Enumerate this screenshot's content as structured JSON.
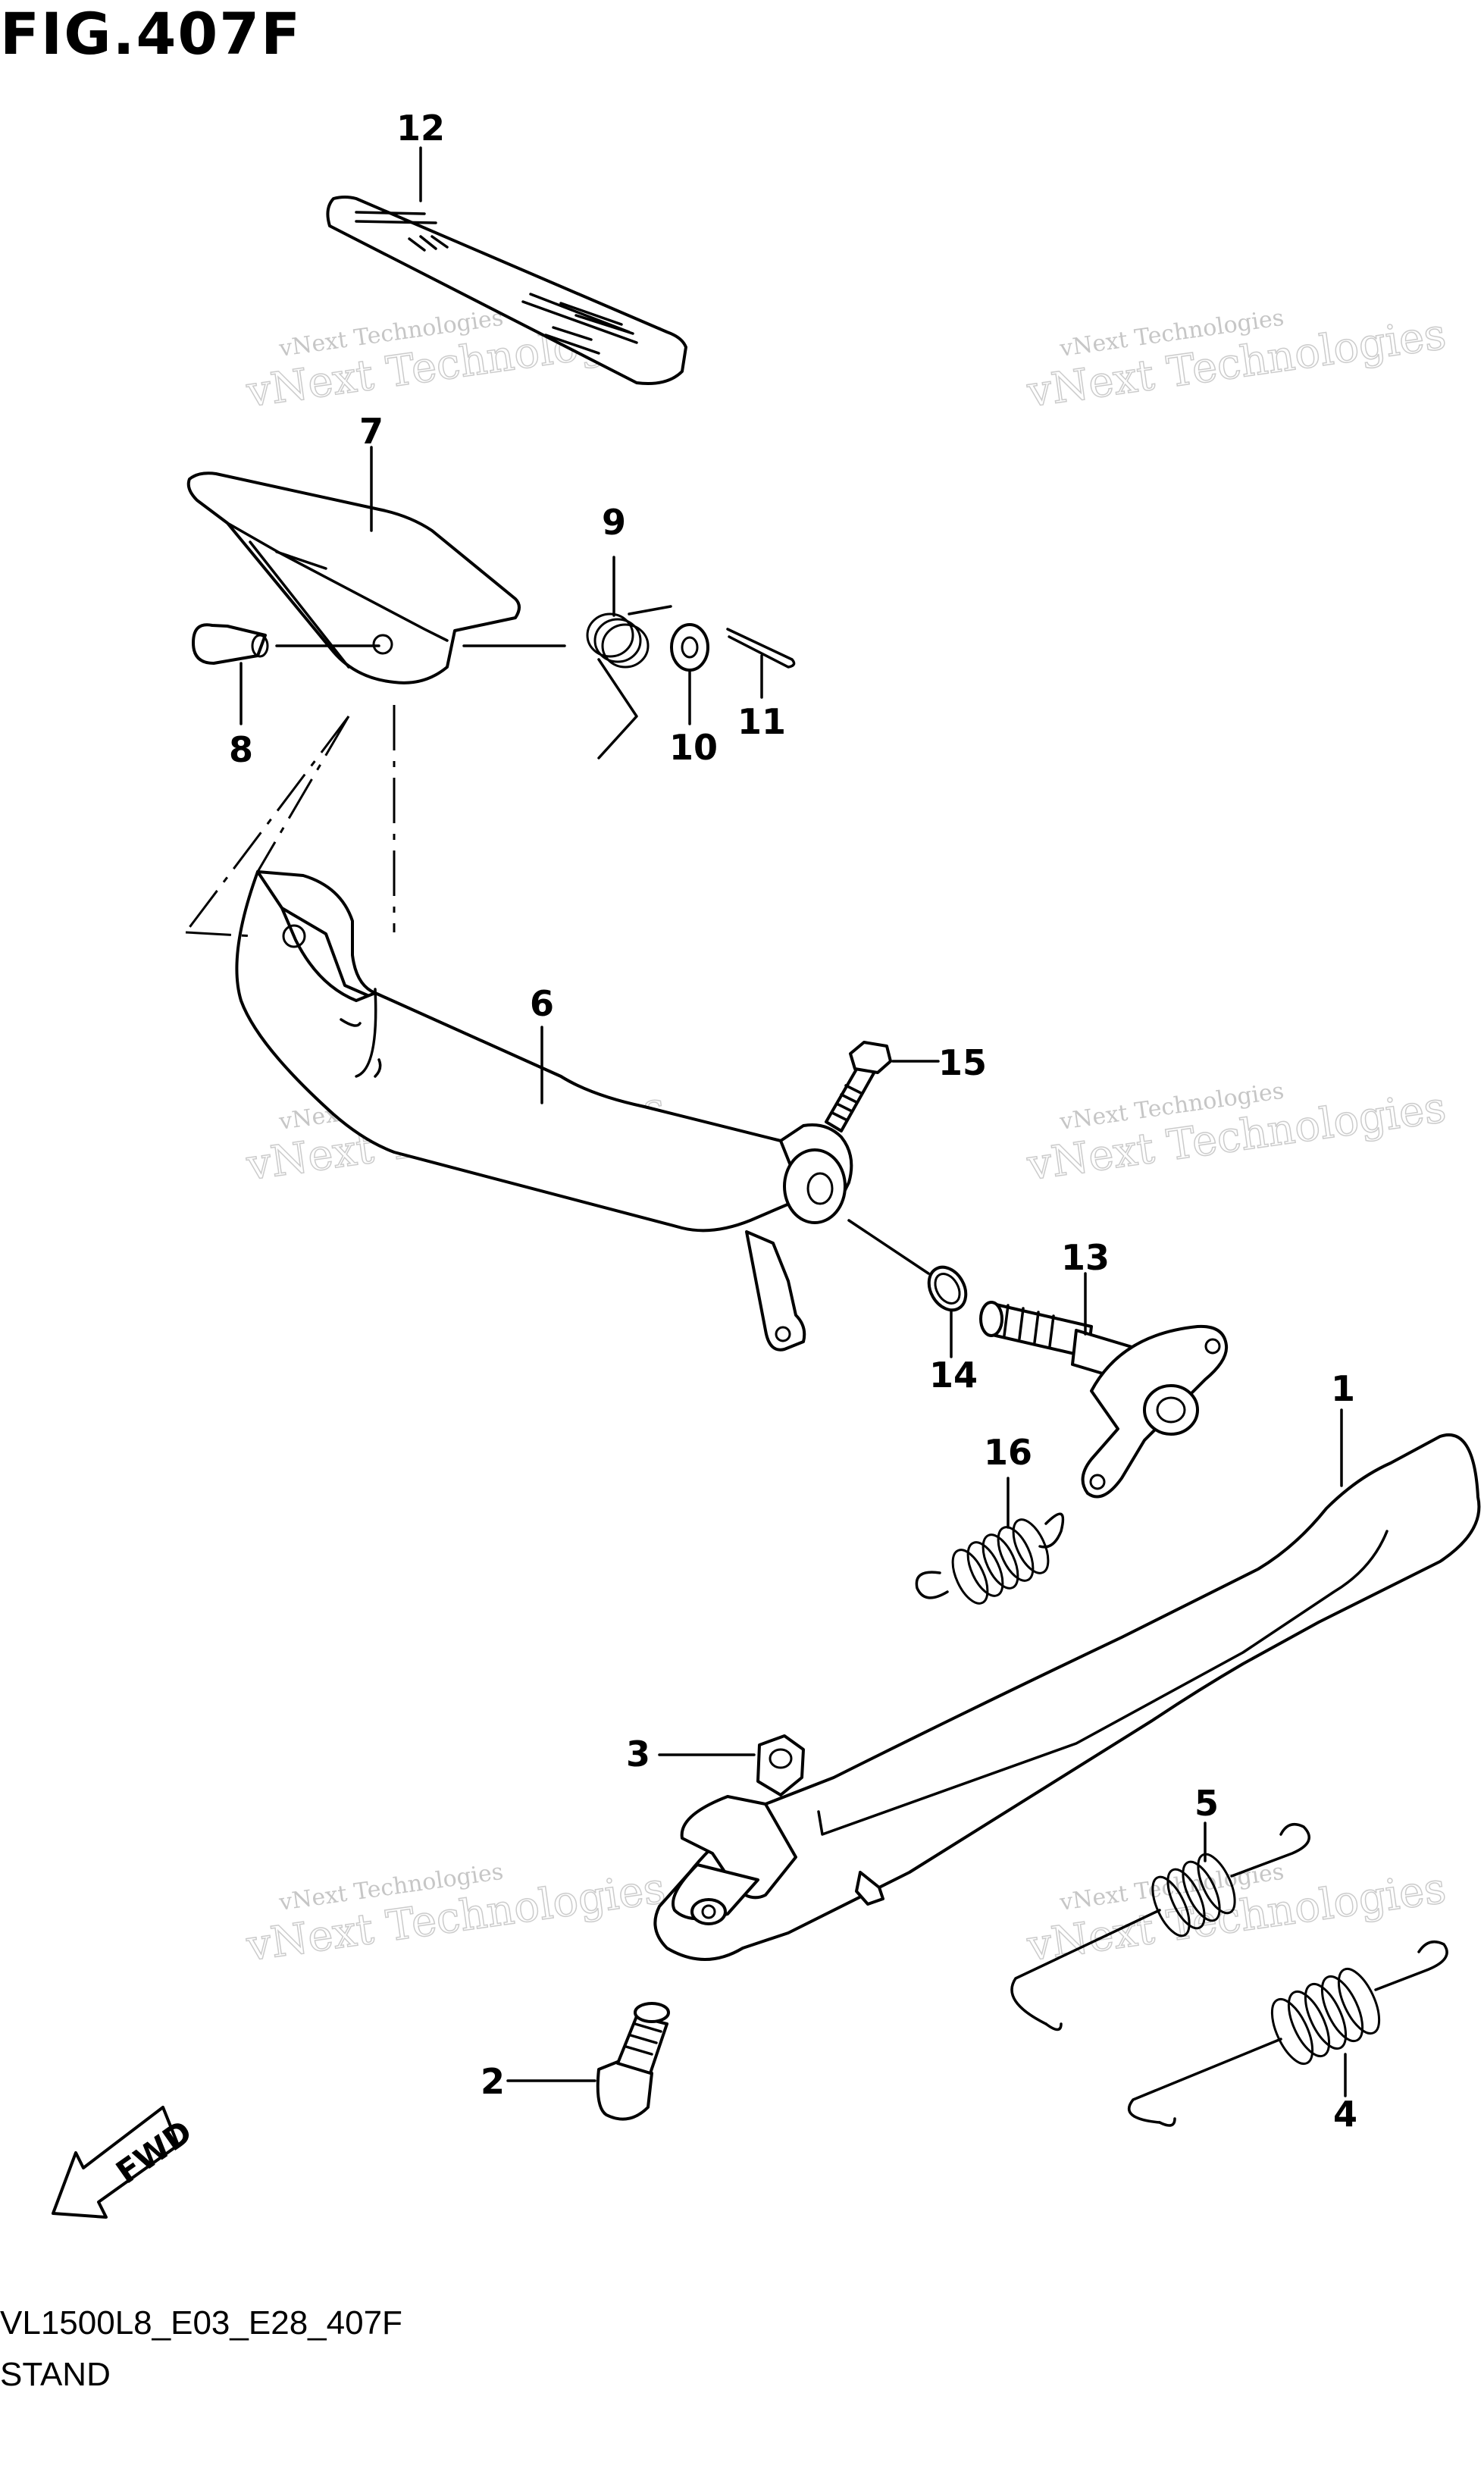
{
  "figure": {
    "title": "FIG.407F"
  },
  "footer": {
    "code": "VL1500L8_E03_E28_407F",
    "name": "STAND"
  },
  "watermark": {
    "line1": "vNext Technologies",
    "line2": "vNext Technologies"
  },
  "direction": {
    "label": "FWD"
  },
  "callouts": [
    "1",
    "2",
    "3",
    "4",
    "5",
    "6",
    "7",
    "8",
    "9",
    "10",
    "11",
    "12",
    "13",
    "14",
    "15",
    "16"
  ]
}
